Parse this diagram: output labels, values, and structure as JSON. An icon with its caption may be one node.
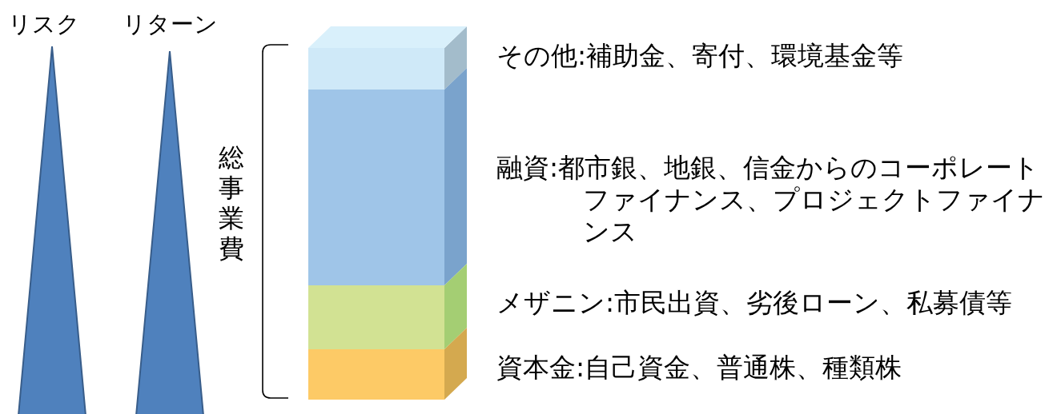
{
  "diagram": {
    "nodes": [
      {
        "text": [
          "リスク"
        ]
      },
      {
        "text": [
          "リターン"
        ]
      },
      {
        "text": [],
        "shape": "box",
        "beside": [
          "その他:補助金、寄付、環境基金等"
        ]
      },
      {
        "text": [],
        "shape": "box",
        "beside": [
          "融資:都市銀、地銀、信金からのコーポレートファイナンス、プロジェクトファイナンス"
        ]
      },
      {
        "text": [],
        "shape": "box",
        "beside": [
          "メザニン:市民出資、劣後ローン、私募債等"
        ]
      },
      {
        "text": [],
        "shape": "box",
        "beside": [
          "資本金:自己資金、普通株、種類株"
        ]
      }
    ],
    "labels": [
      "総事業費"
    ]
  }
}
